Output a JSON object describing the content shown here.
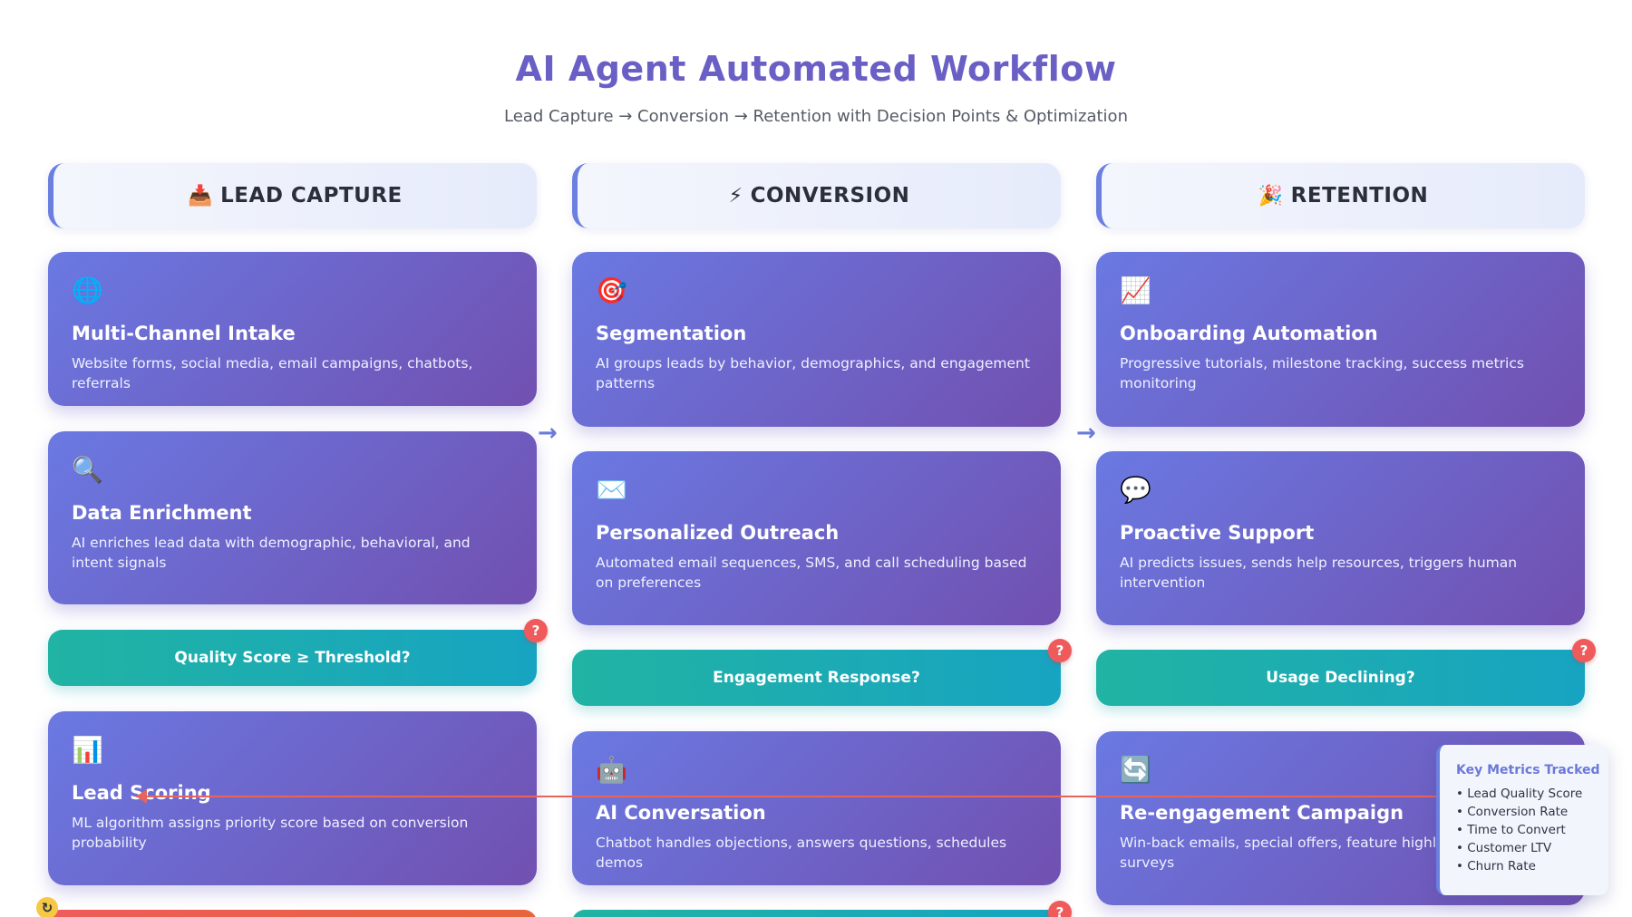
{
  "header": {
    "title": "AI Agent Automated Workflow",
    "subtitle": "Lead Capture → Conversion → Retention with Decision Points & Optimization"
  },
  "columns": [
    {
      "icon": "📥",
      "label": "LEAD CAPTURE",
      "cards": [
        {
          "icon": "🌐",
          "title": "Multi-Channel Intake",
          "desc": "Website forms, social media, email campaigns, chatbots, referrals"
        },
        {
          "icon": "🔍",
          "title": "Data Enrichment",
          "desc": "AI enriches lead data with demographic, behavioral, and intent signals"
        },
        {
          "icon": "📊",
          "title": "Lead Scoring",
          "desc": "ML algorithm assigns priority score based on conversion probability"
        }
      ],
      "decision": "Quality Score ≥ Threshold?"
    },
    {
      "icon": "⚡",
      "label": "CONVERSION",
      "cards": [
        {
          "icon": "🎯",
          "title": "Segmentation",
          "desc": "AI groups leads by behavior, demographics, and engagement patterns"
        },
        {
          "icon": "✉️",
          "title": "Personalized Outreach",
          "desc": "Automated email sequences, SMS, and call scheduling based on preferences"
        },
        {
          "icon": "🤖",
          "title": "AI Conversation",
          "desc": "Chatbot handles objections, answers questions, schedules demos"
        }
      ],
      "decision": "Engagement Response?"
    },
    {
      "icon": "🎉",
      "label": "RETENTION",
      "cards": [
        {
          "icon": "📈",
          "title": "Onboarding Automation",
          "desc": "Progressive tutorials, milestone tracking, success metrics monitoring"
        },
        {
          "icon": "💬",
          "title": "Proactive Support",
          "desc": "AI predicts issues, sends help resources, triggers human intervention"
        },
        {
          "icon": "🔄",
          "title": "Re-engagement Campaign",
          "desc": "Win-back emails, special offers, feature highlights, feedback surveys"
        }
      ],
      "decision": "Usage Declining?"
    }
  ],
  "badge_symbol": "?",
  "arrow_symbol": "→",
  "loop_symbol": "↻",
  "metrics": {
    "title": "Key Metrics Tracked",
    "items": [
      "• Lead Quality Score",
      "• Conversion Rate",
      "• Time to Convert",
      "• Customer LTV",
      "• Churn Rate"
    ]
  },
  "colors": {
    "title": "#6a5fc4",
    "card_gradient_start": "#6a79e2",
    "card_gradient_end": "#7150b0",
    "decision_start": "#21b3a3",
    "decision_end": "#17a4c2",
    "badge": "#ef5b5b",
    "feedback_line": "#e8645a"
  }
}
